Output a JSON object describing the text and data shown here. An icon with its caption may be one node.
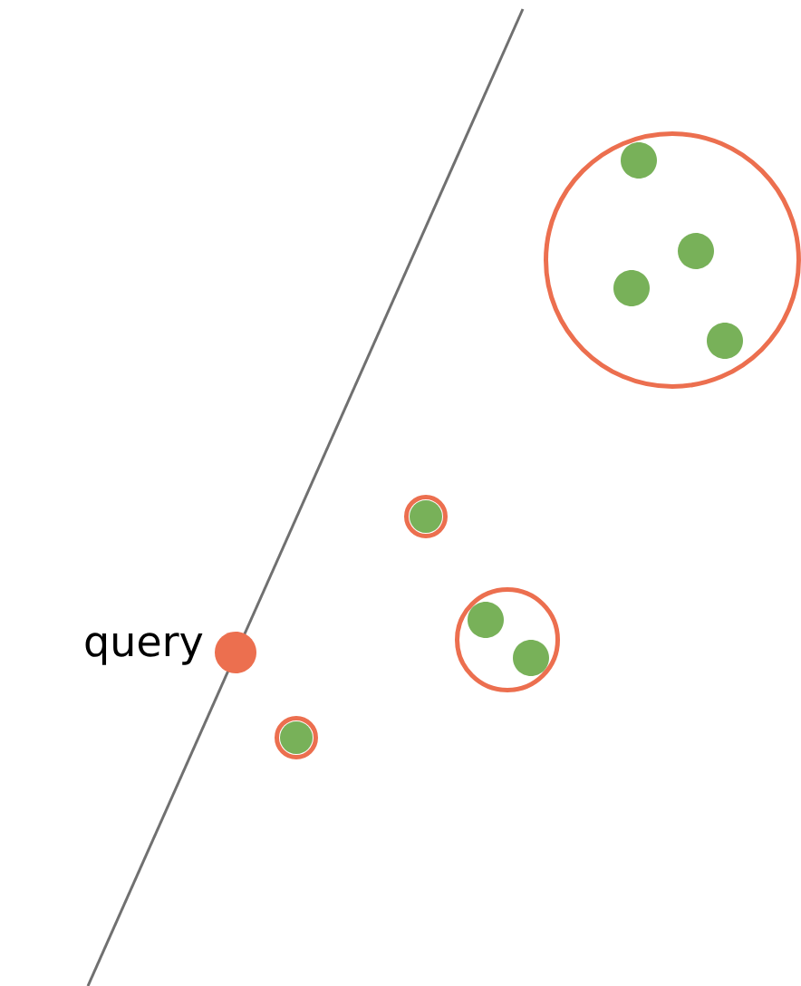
{
  "diagram": {
    "nodes": [
      {
        "text": [],
        "shape": "circle"
      },
      {
        "text": [],
        "shape": "circle",
        "in": 0
      },
      {
        "text": [],
        "shape": "circle",
        "in": 0
      },
      {
        "text": [],
        "shape": "circle",
        "in": 0
      },
      {
        "text": [],
        "shape": "circle",
        "in": 0
      },
      {
        "text": [],
        "shape": "circle"
      },
      {
        "text": [],
        "shape": "circle",
        "in": 5
      },
      {
        "text": [],
        "shape": "circle"
      },
      {
        "text": [],
        "shape": "circle",
        "in": 7
      },
      {
        "text": [],
        "shape": "circle",
        "in": 7
      },
      {
        "text": [],
        "shape": "circle",
        "beside": [
          "query"
        ]
      },
      {
        "text": [],
        "shape": "circle"
      },
      {
        "text": [],
        "shape": "circle",
        "in": 11
      }
    ]
  }
}
